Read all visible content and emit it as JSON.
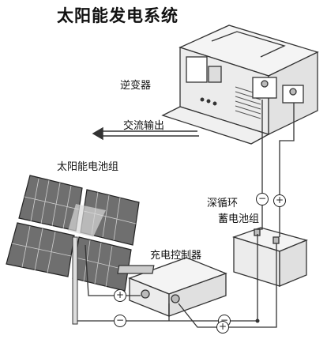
{
  "title": "太阳能发电系统",
  "labels": {
    "inverter": "逆变器",
    "ac_output": "交流输出",
    "solar_panel": "太阳能电池组",
    "battery_line1": "深循环",
    "battery_line2": "蓄电池组",
    "controller": "充电控制器"
  },
  "symbols": {
    "plus": "+",
    "minus": "−"
  },
  "colors": {
    "line": "#333333",
    "panel_cell": "#6f6f6f",
    "panel_glare": "#d8d8d8",
    "box_fill": "#f4f4f4"
  }
}
